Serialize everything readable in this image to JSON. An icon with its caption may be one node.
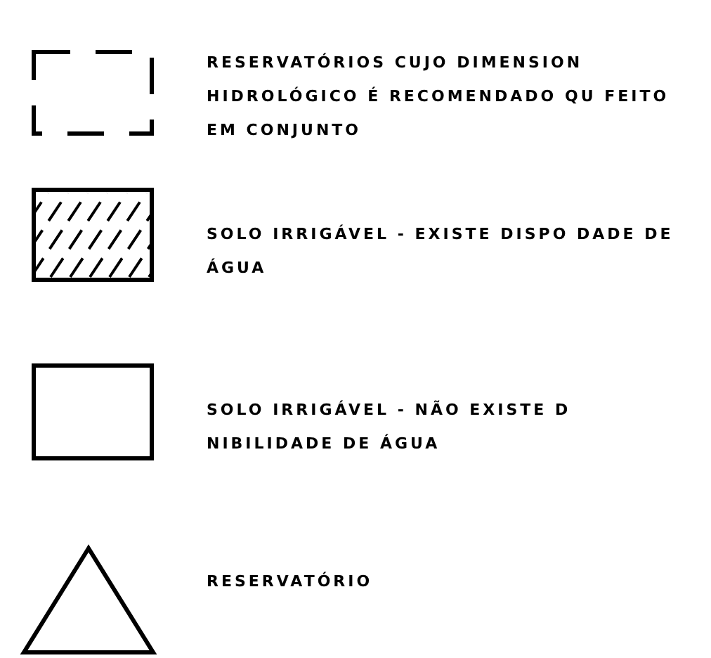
{
  "diagram": {
    "legend": [
      {
        "text": "RESERVATÓRIOS CUJO DIMENSION HIDROLÓGICO É RECOMENDADO QU FEITO EM CONJUNTO"
      },
      {
        "text": "SOLO IRRIGÁVEL - EXISTE DISPO DADE DE ÁGUA"
      },
      {
        "text": "SOLO IRRIGÁVEL - NÃO EXISTE D NIBILIDADE DE ÁGUA"
      },
      {
        "text": "RESERVATÓRIO"
      }
    ]
  }
}
